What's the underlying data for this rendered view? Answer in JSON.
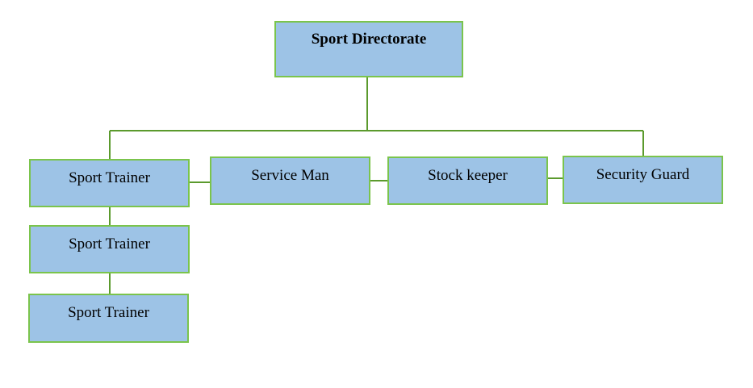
{
  "diagram": {
    "root": {
      "label": "Sport Directorate"
    },
    "row": [
      {
        "label": "Sport Trainer"
      },
      {
        "label": "Service Man"
      },
      {
        "label": "Stock keeper"
      },
      {
        "label": "Security Guard"
      }
    ],
    "trainer_chain": [
      {
        "label": "Sport Trainer"
      },
      {
        "label": "Sport Trainer"
      }
    ],
    "colors": {
      "box_fill": "#9dc3e6",
      "box_border": "#7bc44c",
      "connector": "#5b9a2d"
    }
  }
}
